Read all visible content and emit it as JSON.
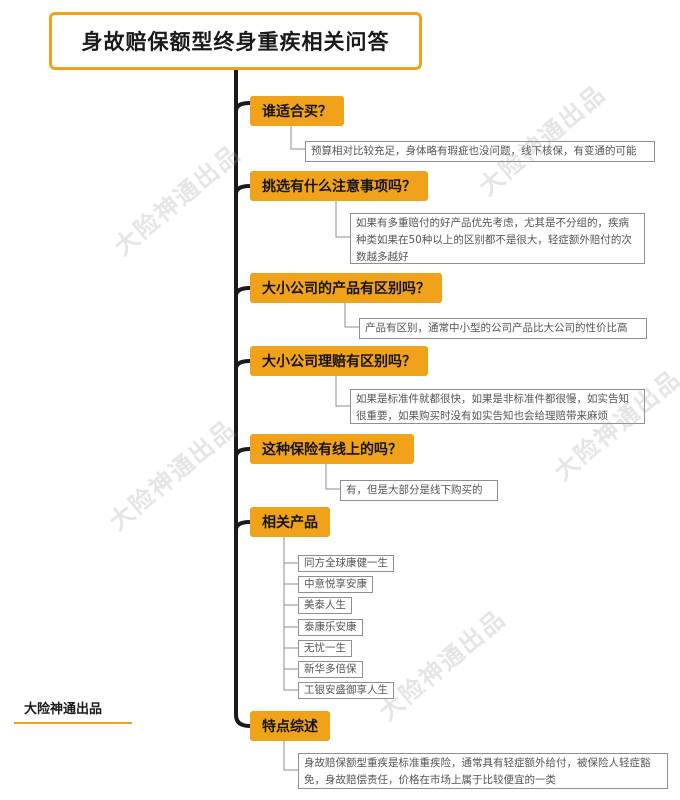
{
  "title": "身故赔保额型终身重疾相关问答",
  "brand": "大险神通出品",
  "watermark": "大险神通出品",
  "accent_color": "#f0a21a",
  "questions": [
    {
      "label": "谁适合买？",
      "answer": "预算相对比较充足，身体略有瑕疵也没问题，线下核保，有变通的可能"
    },
    {
      "label": "挑选有什么注意事项吗？",
      "answer": "如果有多重赔付的好产品优先考虑，尤其是不分组的，疾病种类如果在50种以上的区别都不是很大，轻症额外赔付的次数越多越好"
    },
    {
      "label": "大小公司的产品有区别吗？",
      "answer": "产品有区别，通常中小型的公司产品比大公司的性价比高"
    },
    {
      "label": "大小公司理赔有区别吗？",
      "answer": "如果是标准件就都很快，如果是非标准件都很慢，如实告知很重要，如果购买时没有如实告知也会给理赔带来麻烦"
    },
    {
      "label": "这种保险有线上的吗？",
      "answer": "有，但是大部分是线下购买的"
    },
    {
      "label": "相关产品"
    },
    {
      "label": "特点综述",
      "answer": "身故赔保额型重疾是标准重疾险，通常具有轻症额外给付，被保险人轻症豁免，身故赔偿责任，价格在市场上属于比较便宜的一类"
    }
  ],
  "products": [
    "同方全球康健一生",
    "中意悦享安康",
    "美泰人生",
    "泰康乐安康",
    "无忧一生",
    "新华多倍保",
    "工银安盛御享人生"
  ]
}
